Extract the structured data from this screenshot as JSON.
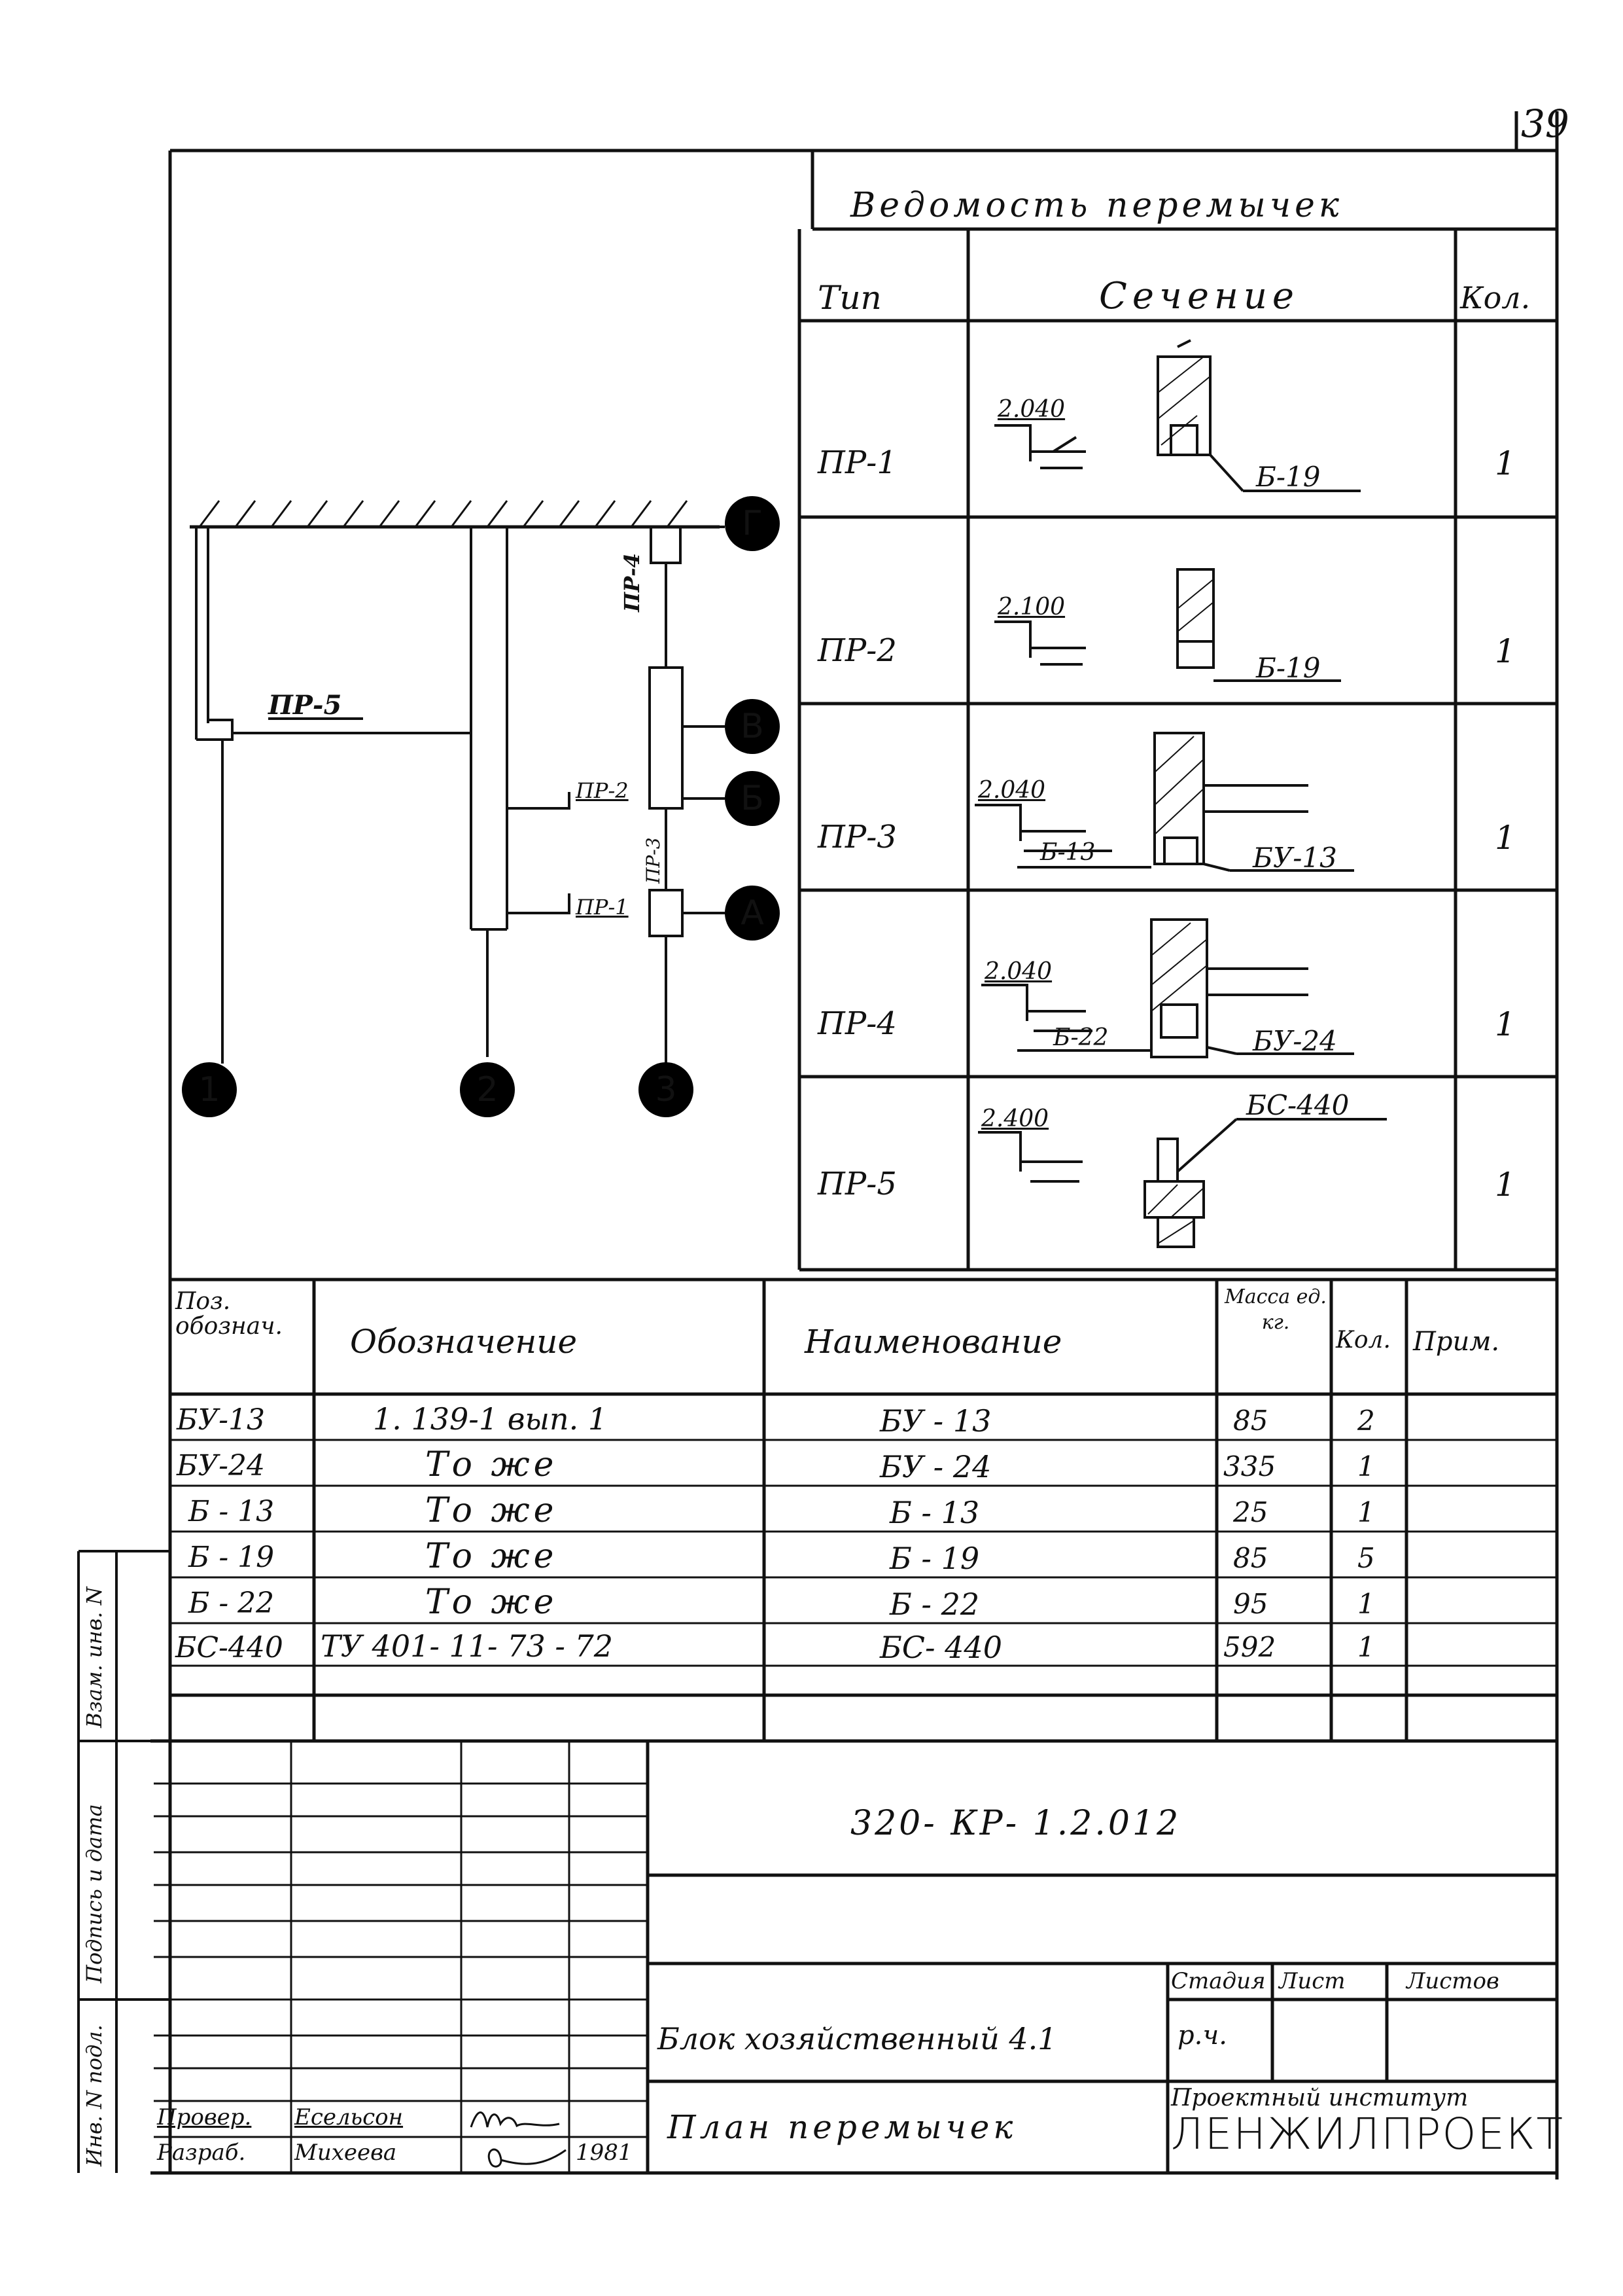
{
  "page_number": "39",
  "lintel_schedule": {
    "title": "Ведомость перемычек",
    "headers": {
      "type": "Тип",
      "section": "Сечение",
      "qty": "Кол."
    },
    "rows": [
      {
        "type": "ПР-1",
        "elevation": "2.040",
        "elements": [
          "Б-19"
        ],
        "qty": "1"
      },
      {
        "type": "ПР-2",
        "elevation": "2.100",
        "elements": [
          "Б-19"
        ],
        "qty": "1"
      },
      {
        "type": "ПР-3",
        "elevation": "2.040",
        "elements": [
          "Б-13",
          "БУ-13"
        ],
        "qty": "1"
      },
      {
        "type": "ПР-4",
        "elevation": "2.040",
        "elements": [
          "Б-22",
          "БУ-24"
        ],
        "qty": "1"
      },
      {
        "type": "ПР-5",
        "elevation": "2.400",
        "elements": [
          "БС-440"
        ],
        "qty": "1"
      }
    ]
  },
  "plan": {
    "axes_rows": [
      "Г",
      "В",
      "Б",
      "А"
    ],
    "axes_cols": [
      "1",
      "2",
      "3"
    ],
    "lintel_tags": [
      "ПР-5",
      "ПР-4",
      "ПР-2",
      "ПР-3",
      "ПР-1"
    ]
  },
  "spec_table": {
    "headers": {
      "pos": "Поз. обознач.",
      "designation": "Обозначение",
      "name": "Наименование",
      "mass": "Масса ед. кг.",
      "qty": "Кол.",
      "note": "Прим."
    },
    "rows": [
      {
        "pos": "БУ-13",
        "designation": "1. 139-1  вып. 1",
        "name": "БУ - 13",
        "mass": "85",
        "qty": "2",
        "note": ""
      },
      {
        "pos": "БУ-24",
        "designation": "То же",
        "name": "БУ - 24",
        "mass": "335",
        "qty": "1",
        "note": ""
      },
      {
        "pos": "Б - 13",
        "designation": "То же",
        "name": "Б - 13",
        "mass": "25",
        "qty": "1",
        "note": ""
      },
      {
        "pos": "Б - 19",
        "designation": "То же",
        "name": "Б - 19",
        "mass": "85",
        "qty": "5",
        "note": ""
      },
      {
        "pos": "Б - 22",
        "designation": "То же",
        "name": "Б - 22",
        "mass": "95",
        "qty": "1",
        "note": ""
      },
      {
        "pos": "БС-440",
        "designation": "ТУ 401- 11- 73 - 72",
        "name": "БС- 440",
        "mass": "592",
        "qty": "1",
        "note": ""
      }
    ]
  },
  "side_stamp": {
    "inv_orig": "Инв. N подл.",
    "sign_date": "Подпись и дата",
    "inv_repl": "Взам. инв. N"
  },
  "title_block": {
    "code": "320- КР- 1.2.012",
    "object": "Блок хозяйственный 4.1",
    "sheet_title": "План перемычек",
    "stage_label": "Стадия",
    "sheet_label": "Лист",
    "sheets_label": "Листов",
    "stage_value": "р.ч.",
    "institute_line1": "Проектный институт",
    "institute_line2": "ЛЕНЖИЛПРОЕКТ",
    "checked_label": "Провер.",
    "checked_name": "Есельсон",
    "developed_label": "Разраб.",
    "developed_name": "Михеева",
    "year": "1981"
  }
}
